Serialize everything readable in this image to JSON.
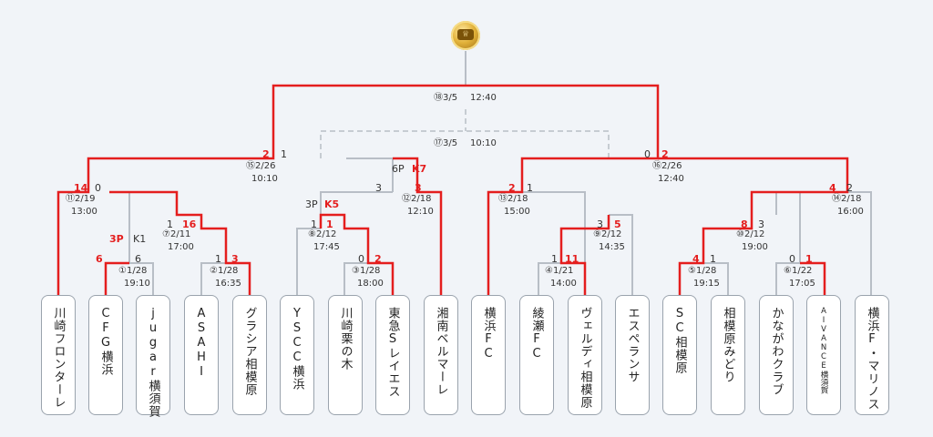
{
  "trophy": {
    "icon": "trophy-icon",
    "label": "♕"
  },
  "colors": {
    "winner_line": "#e41e1e",
    "line": "#b8bec6",
    "score_win": "#e41e1e",
    "score_lose": "#333333",
    "card_bg": "#ffffff"
  },
  "teams": [
    "川崎フロンターレ",
    "CFG横浜",
    "jugar横須賀",
    "ASAHI",
    "グラシア相模原",
    "YSCC横浜",
    "川崎栗の木",
    "東急Sレイエス",
    "湘南ベルマーレ",
    "横浜FC",
    "綾瀬FC",
    "ヴェルディ相模原",
    "エスペランサ",
    "SC相模原",
    "相模原みどり",
    "かながわクラブ",
    "AIVANCE横須賀",
    "横浜F・マリノス"
  ],
  "matches": {
    "m1": {
      "no": "①1/28",
      "time": "19:10",
      "left": "6",
      "right": "3P K1 6"
    },
    "m2": {
      "no": "②1/28",
      "time": "16:35",
      "left": "1",
      "right": "3"
    },
    "m3": {
      "no": "③1/28",
      "time": "18:00",
      "left": "0",
      "right": "2"
    },
    "m4": {
      "no": "④1/21",
      "time": "14:00",
      "left": "1",
      "right": "11"
    },
    "m5": {
      "no": "⑤1/28",
      "time": "19:15",
      "left": "4",
      "right": "1"
    },
    "m6": {
      "no": "⑥1/22",
      "time": "17:05",
      "left": "0",
      "right": "1"
    },
    "m7": {
      "no": "⑦2/11",
      "time": "17:00",
      "left": "1",
      "right": "16"
    },
    "m8": {
      "no": "⑧2/12",
      "time": "17:45",
      "left": "1",
      "right": "1"
    },
    "m9": {
      "no": "⑨2/12",
      "time": "14:35",
      "left": "3",
      "right": "5"
    },
    "m10": {
      "no": "⑩2/12",
      "time": "19:00",
      "left": "8",
      "right": "3"
    },
    "m11": {
      "no": "⑪2/19",
      "time": "13:00",
      "left": "14",
      "right": "0"
    },
    "m12": {
      "no": "⑫2/18",
      "time": "12:10",
      "left": "3",
      "right": "3"
    },
    "m13": {
      "no": "⑬2/18",
      "time": "15:00",
      "left": "2",
      "right": "1"
    },
    "m14": {
      "no": "⑭2/18",
      "time": "16:00",
      "left": "4",
      "right": "2"
    },
    "m15": {
      "no": "⑮2/26",
      "time": "10:10",
      "left": "2",
      "right": "1"
    },
    "m16": {
      "no": "⑯2/26",
      "time": "12:40",
      "left": "0",
      "right": "2"
    },
    "m17": {
      "no": "⑰3/5",
      "time": "10:10"
    },
    "m18": {
      "no": "⑱3/5",
      "time": "12:40"
    }
  },
  "pk": {
    "m1_left": "3P",
    "m1_k": "K1",
    "m8_left": "3P",
    "m8_right": "K5",
    "m12_left": "6P",
    "m12_right": "K7"
  }
}
